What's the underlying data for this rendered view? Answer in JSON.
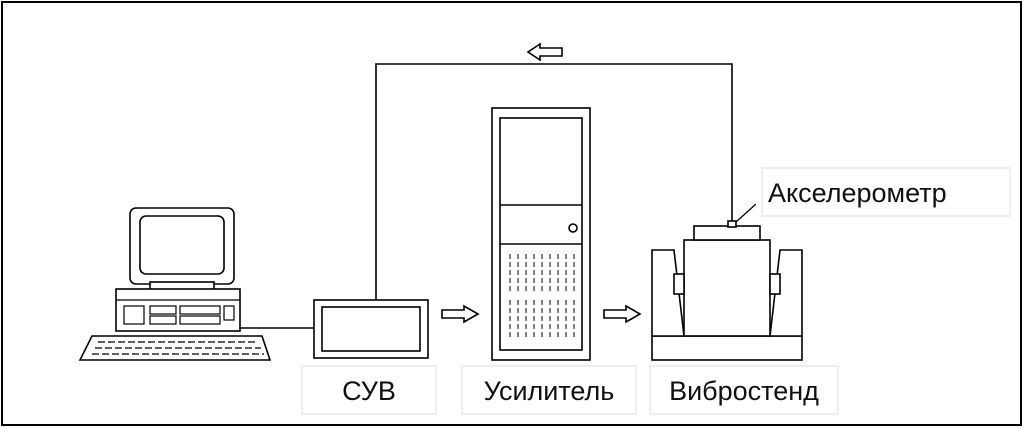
{
  "labels": {
    "controller": "СУВ",
    "amplifier": "Усилитель",
    "shaker": "Вибростенд",
    "accelerometer": "Акселерометр"
  },
  "colors": {
    "line": "#000000",
    "background": "#ffffff",
    "label_bg": "#ffffff"
  },
  "icons": [
    "computer-icon",
    "keyboard-icon",
    "controller-icon",
    "amplifier-rack-icon",
    "shaker-icon",
    "accelerometer-icon",
    "arrow-right-icon",
    "arrow-left-icon"
  ]
}
